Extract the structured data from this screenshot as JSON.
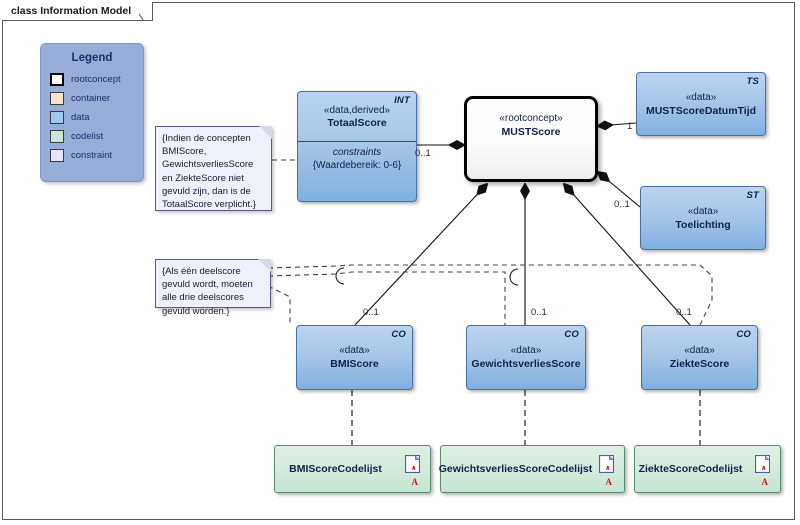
{
  "frame": {
    "title": "class Information Model"
  },
  "legend": {
    "title": "Legend",
    "items": [
      {
        "label": "rootconcept",
        "color": "#ffffff",
        "style": "thick"
      },
      {
        "label": "container",
        "color": "#fae2cd",
        "style": "thin"
      },
      {
        "label": "data",
        "color": "#9fc8ee",
        "style": "thin"
      },
      {
        "label": "codelist",
        "color": "#c9e8d3",
        "style": "thin"
      },
      {
        "label": "constraint",
        "color": "#e4e6f5",
        "style": "thin"
      }
    ]
  },
  "notes": [
    {
      "id": "note-totaalscore-constraint",
      "text": "{Indien de concepten BMIScore, GewichtsverliesScore en ZiekteScore niet gevuld zijn, dan is de TotaalScore verplicht.}"
    },
    {
      "id": "note-deelscore-constraint",
      "text": "{Als één deelscore gevuld wordt, moeten alle drie deelscores gevuld worden.}"
    }
  ],
  "classes": [
    {
      "id": "totaalscore",
      "stereotype": "«data,derived»",
      "name": "TotaalScore",
      "tag": "INT",
      "kind": "data",
      "compartment_header": "constraints",
      "compartment_body": "{Waardebereik: 0-6}"
    },
    {
      "id": "mustscore",
      "stereotype": "«rootconcept»",
      "name": "MUSTScore",
      "tag": "",
      "kind": "rootconcept"
    },
    {
      "id": "mustscoredatumtijd",
      "stereotype": "«data»",
      "name": "MUSTScoreDatumTijd",
      "tag": "TS",
      "kind": "data"
    },
    {
      "id": "toelichting",
      "stereotype": "«data»",
      "name": "Toelichting",
      "tag": "ST",
      "kind": "data"
    },
    {
      "id": "bmiscore",
      "stereotype": "«data»",
      "name": "BMIScore",
      "tag": "CO",
      "kind": "data"
    },
    {
      "id": "gewichtsverliesscore",
      "stereotype": "«data»",
      "name": "GewichtsverliesScore",
      "tag": "CO",
      "kind": "data"
    },
    {
      "id": "ziektescore",
      "stereotype": "«data»",
      "name": "ZiekteScore",
      "tag": "CO",
      "kind": "data"
    }
  ],
  "codelists": [
    {
      "id": "bmiscorecodelijst",
      "name": "BMIScoreCodelijst"
    },
    {
      "id": "gewichtsverliesscorecodelijst",
      "name": "GewichtsverliesScoreCodelijst"
    },
    {
      "id": "ziektescorecodelijst",
      "name": "ZiekteScoreCodelijst"
    }
  ],
  "multiplicities": [
    {
      "id": "mult-totaalscore",
      "value": "0..1"
    },
    {
      "id": "mult-datumtijd",
      "value": "1"
    },
    {
      "id": "mult-toelichting",
      "value": "0..1"
    },
    {
      "id": "mult-bmiscore",
      "value": "0..1"
    },
    {
      "id": "mult-gewichtsverlies",
      "value": "0..1"
    },
    {
      "id": "mult-ziektescore",
      "value": "0..1"
    }
  ],
  "colors": {
    "data_fill": "#a8c7e8",
    "data_border": "#4a6fa5",
    "codelist_fill": "#d2eadb",
    "codelist_border": "#5b8a72",
    "legend_fill": "#97acd6",
    "note_fill": "#eef0fa",
    "root_border": "#000000",
    "connector": "#1a1a1a"
  }
}
